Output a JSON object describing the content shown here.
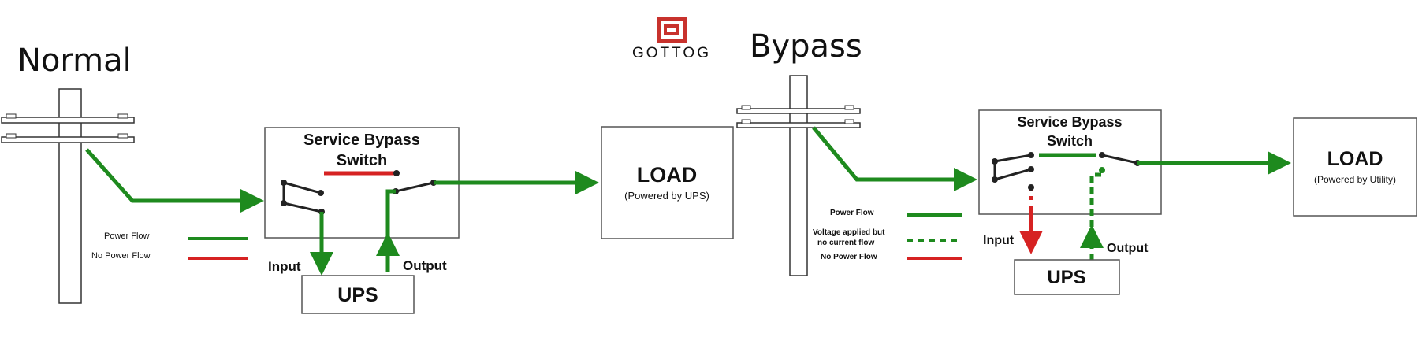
{
  "brand": {
    "name": "GOTTOG",
    "color": "#c8322d"
  },
  "colors": {
    "power": "#1e8a1e",
    "no_power": "#d62222",
    "line": "#111111"
  },
  "normal": {
    "title": "Normal",
    "switch_label_1": "Service Bypass",
    "switch_label_2": "Switch",
    "load_label": "LOAD",
    "load_sub": "(Powered by UPS)",
    "ups_label": "UPS",
    "input_label": "Input",
    "output_label": "Output",
    "legend": [
      {
        "label": "Power Flow",
        "style": "solid-green"
      },
      {
        "label": "No Power Flow",
        "style": "solid-red"
      }
    ]
  },
  "bypass": {
    "title": "Bypass",
    "switch_label_1": "Service Bypass",
    "switch_label_2": "Switch",
    "load_label": "LOAD",
    "load_sub": "(Powered by Utility)",
    "ups_label": "UPS",
    "input_label": "Input",
    "output_label": "Output",
    "legend": [
      {
        "label": "Power Flow",
        "style": "solid-green"
      },
      {
        "label": "Voltage applied but",
        "label2": "no current flow",
        "style": "dashed-green"
      },
      {
        "label": "No Power Flow",
        "style": "solid-red"
      }
    ]
  }
}
